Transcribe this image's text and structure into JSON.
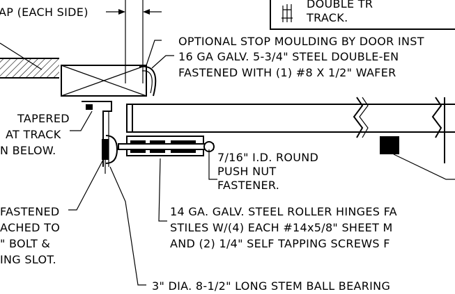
{
  "labels": {
    "gap": "AP (EACH SIDE)",
    "box_line1": "DOUBLE TR",
    "box_line2": "TRACK.",
    "stop": "OPTIONAL STOP MOULDING BY DOOR INST",
    "ga16_line1": "16 GA GALV. 5-3/4\" STEEL DOUBLE-EN",
    "ga16_line2": "FASTENED WITH (1) #8 X 1/2\" WAFER",
    "tapered_line1": "TAPERED",
    "tapered_line2": "AT TRACK",
    "tapered_line3": "N BELOW.",
    "pushnut_line1": "7/16\" I.D. ROUND",
    "pushnut_line2": "PUSH NUT",
    "pushnut_line3": "FASTENER.",
    "fastened_line1": "FASTENED",
    "fastened_line2": "ACHED TO",
    "fastened_line3": "\" BOLT &",
    "fastened_line4": "ING SLOT.",
    "ga14_line1": "14 GA. GALV. STEEL ROLLER HINGES FA",
    "ga14_line2": "STILES W/(4) EACH #14x5/8\" SHEET M",
    "ga14_line3": "AND (2) 1/4\" SELF TAPPING SCREWS F",
    "bearing": "3\" DIA. 8-1/2\" LONG STEM BALL BEARING"
  }
}
